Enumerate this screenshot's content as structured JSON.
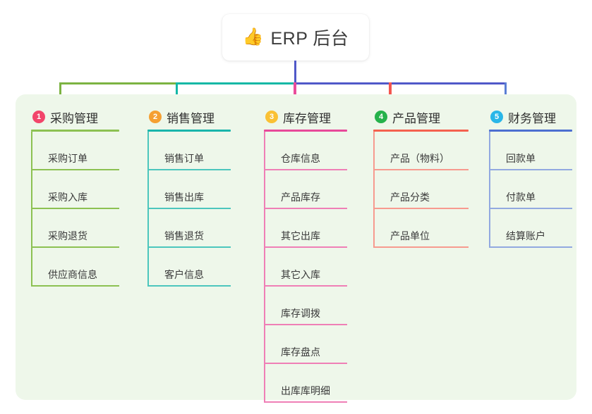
{
  "root": {
    "icon": "thumbs-up-icon",
    "icon_glyph": "👍",
    "title": "ERP 后台"
  },
  "colors": {
    "panel_bg": "#eef7ea",
    "page_bg": "#ffffff",
    "root_text": "#3c3c3c",
    "bus_left_green": "#7cb342",
    "bus_mid_teal": "#13b8a6",
    "bus_right_indigo": "#5058c8",
    "stub_col1": "#7cb342",
    "stub_col2": "#13b8a6",
    "stub_col3": "#ea4c9a",
    "stub_col4": "#f4564f",
    "stub_col5": "#5b7fd4"
  },
  "columns": [
    {
      "index": "1",
      "title": "采购管理",
      "badge_color": "#f2456a",
      "rule_color": "#8cc152",
      "line_color": "#8cc152",
      "items": [
        "采购订单",
        "采购入库",
        "采购退货",
        "供应商信息"
      ]
    },
    {
      "index": "2",
      "title": "销售管理",
      "badge_color": "#f5a033",
      "rule_color": "#19b5ab",
      "line_color": "#4cc6bd",
      "items": [
        "销售订单",
        "销售出库",
        "销售退货",
        "客户信息"
      ]
    },
    {
      "index": "3",
      "title": "库存管理",
      "badge_color": "#fac134",
      "rule_color": "#e8499a",
      "line_color": "#ef7fb6",
      "items": [
        "仓库信息",
        "产品库存",
        "其它出库",
        "其它入库",
        "库存调拨",
        "库存盘点",
        "出库库明细"
      ]
    },
    {
      "index": "4",
      "title": "产品管理",
      "badge_color": "#26b24b",
      "rule_color": "#f4614f",
      "line_color": "#f79a8f",
      "items": [
        "产品（物料）",
        "产品分类",
        "产品单位"
      ]
    },
    {
      "index": "5",
      "title": "财务管理",
      "badge_color": "#29b6e8",
      "rule_color": "#4c6fd0",
      "line_color": "#92a9e0",
      "items": [
        "回款单",
        "付款单",
        "结算账户"
      ]
    }
  ]
}
